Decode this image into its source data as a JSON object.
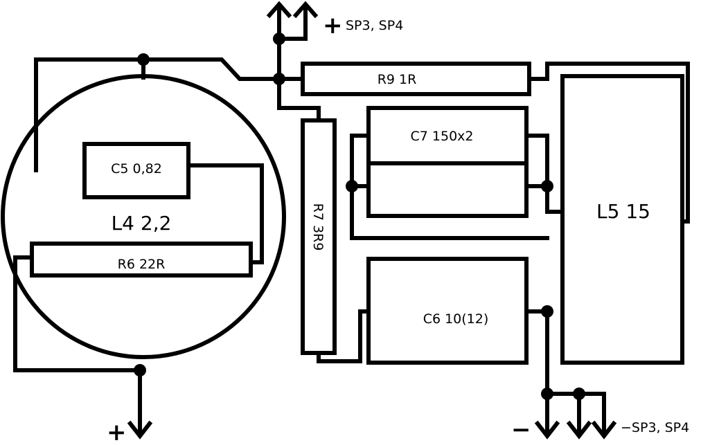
{
  "components": {
    "c5": "C5  0,82",
    "l4": "L4  2,2",
    "r6": "R6   22R",
    "r9": "R9   1R",
    "r7": "R7  3R9",
    "c7": "C7  150x2",
    "c6": "C6  10(12)",
    "l5": "L5  15"
  },
  "terminals": {
    "plus_out": "+",
    "plus_out_label": "SP3, SP4",
    "minus_out": "−",
    "minus_out_label": "−SP3, SP4",
    "plus_in": "+"
  },
  "colors": {
    "ink": "#000000",
    "background": "#ffffff"
  }
}
